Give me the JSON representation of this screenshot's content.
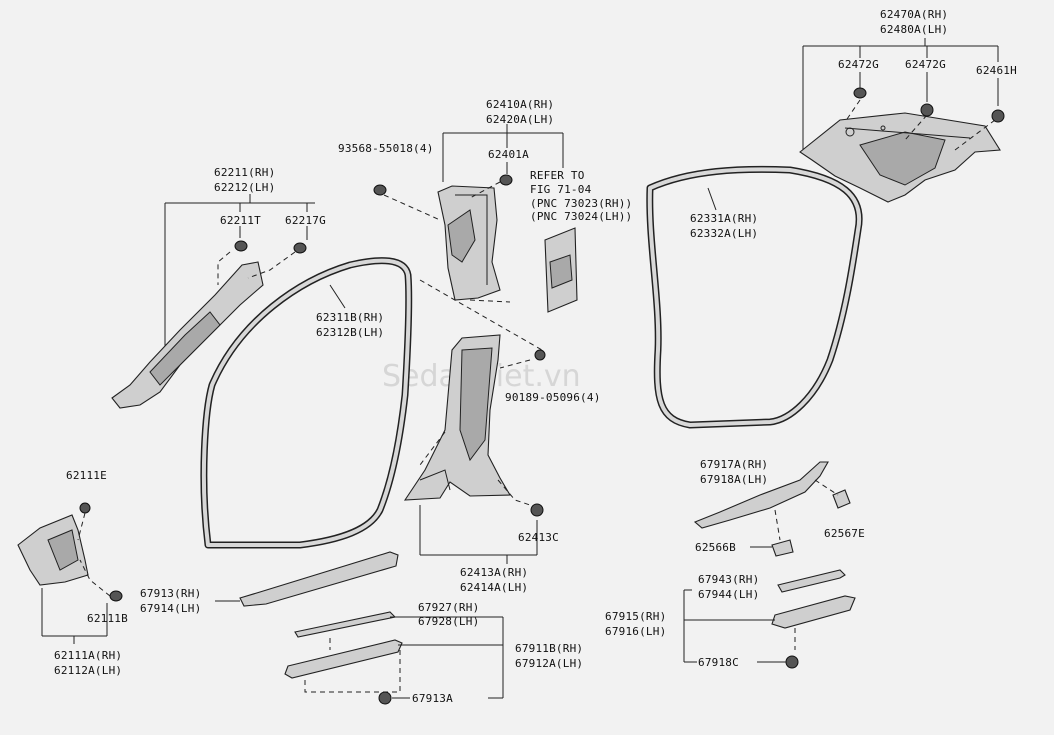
{
  "watermark": "SedanViet.vn",
  "labels": {
    "p62470": "62470A(RH)",
    "p62480": "62480A(LH)",
    "p62472g_1": "62472G",
    "p62472g_2": "62472G",
    "p62461h": "62461H",
    "p62410": "62410A(RH)",
    "p62420": "62420A(LH)",
    "p93568": "93568-55018(4)",
    "p62401a": "62401A",
    "refer1": "REFER TO",
    "refer2": "FIG 71-04",
    "refer3": "(PNC 73023(RH))",
    "refer4": "(PNC 73024(LH))",
    "p62211": "62211(RH)",
    "p62212": "62212(LH)",
    "p62211t": "62211T",
    "p62217g": "62217G",
    "p62331": "62331A(RH)",
    "p62332": "62332A(LH)",
    "p62311": "62311B(RH)",
    "p62312": "62312B(LH)",
    "p90189": "90189-05096(4)",
    "p62111e": "62111E",
    "p67917": "67917A(RH)",
    "p67918": "67918A(LH)",
    "p62567e": "62567E",
    "p62413c": "62413C",
    "p62566b": "62566B",
    "p62413": "62413A(RH)",
    "p62414": "62414A(LH)",
    "p67913": "67913(RH)",
    "p67914": "67914(LH)",
    "p62111b": "62111B",
    "p67943": "67943(RH)",
    "p67944": "67944(LH)",
    "p67927": "67927(RH)",
    "p67928": "67928(LH)",
    "p67915": "67915(RH)",
    "p67916": "67916(LH)",
    "p67911": "67911B(RH)",
    "p67912": "67912A(LH)",
    "p62111a": "62111A(RH)",
    "p62112a": "62112A(LH)",
    "p67918c": "67918C",
    "p67913a": "67913A"
  }
}
